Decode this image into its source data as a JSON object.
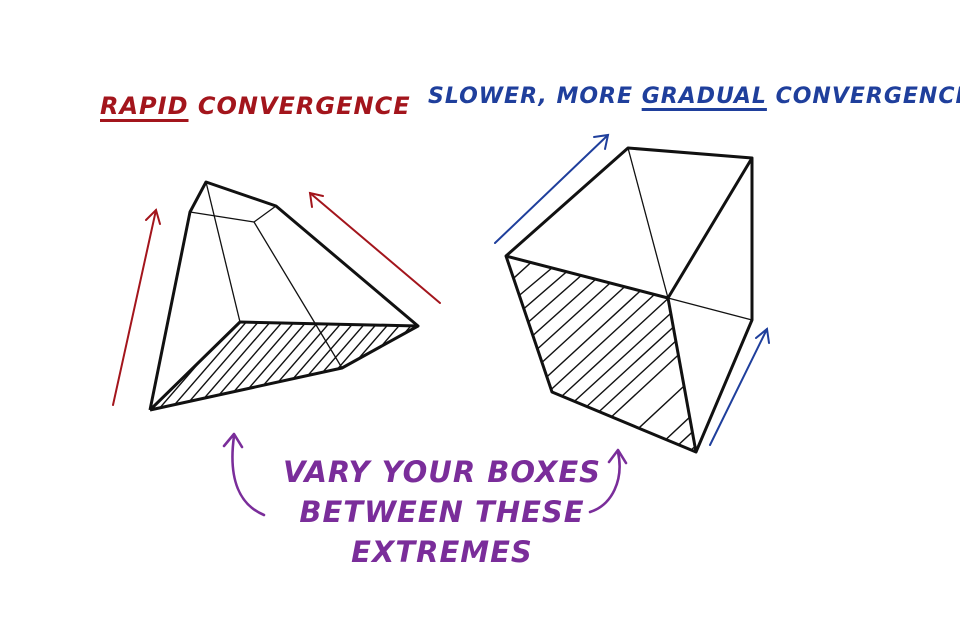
{
  "left_heading": {
    "emphasis": "RAPID",
    "rest": "CONVERGENCE"
  },
  "right_heading": {
    "prefix": "SLOWER, MORE",
    "emphasis": "GRADUAL",
    "rest": "CONVERGENCE"
  },
  "note": {
    "lines": [
      "VARY YOUR BOXES",
      "BETWEEN THESE",
      "EXTREMES"
    ]
  },
  "colors": {
    "red": "#a3151c",
    "blue": "#1f3f9c",
    "purple": "#7a2d9a",
    "ink": "#111111"
  }
}
